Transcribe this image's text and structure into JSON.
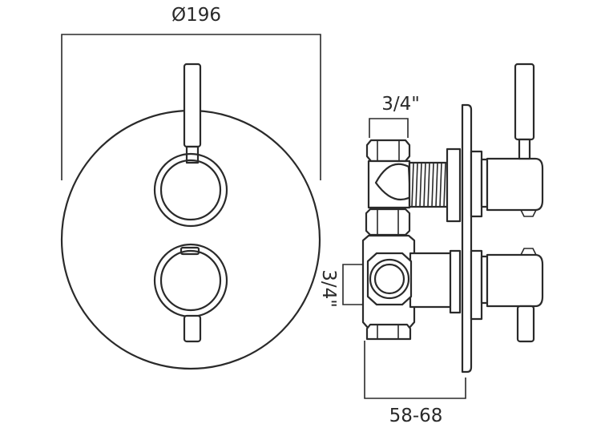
{
  "labels": {
    "diameter": "Ø196",
    "inlet_top": "3/4\"",
    "inlet_side": "3/4\"",
    "depth": "58-68"
  },
  "colors": {
    "line": "#2a2a2a",
    "background": "#ffffff"
  }
}
